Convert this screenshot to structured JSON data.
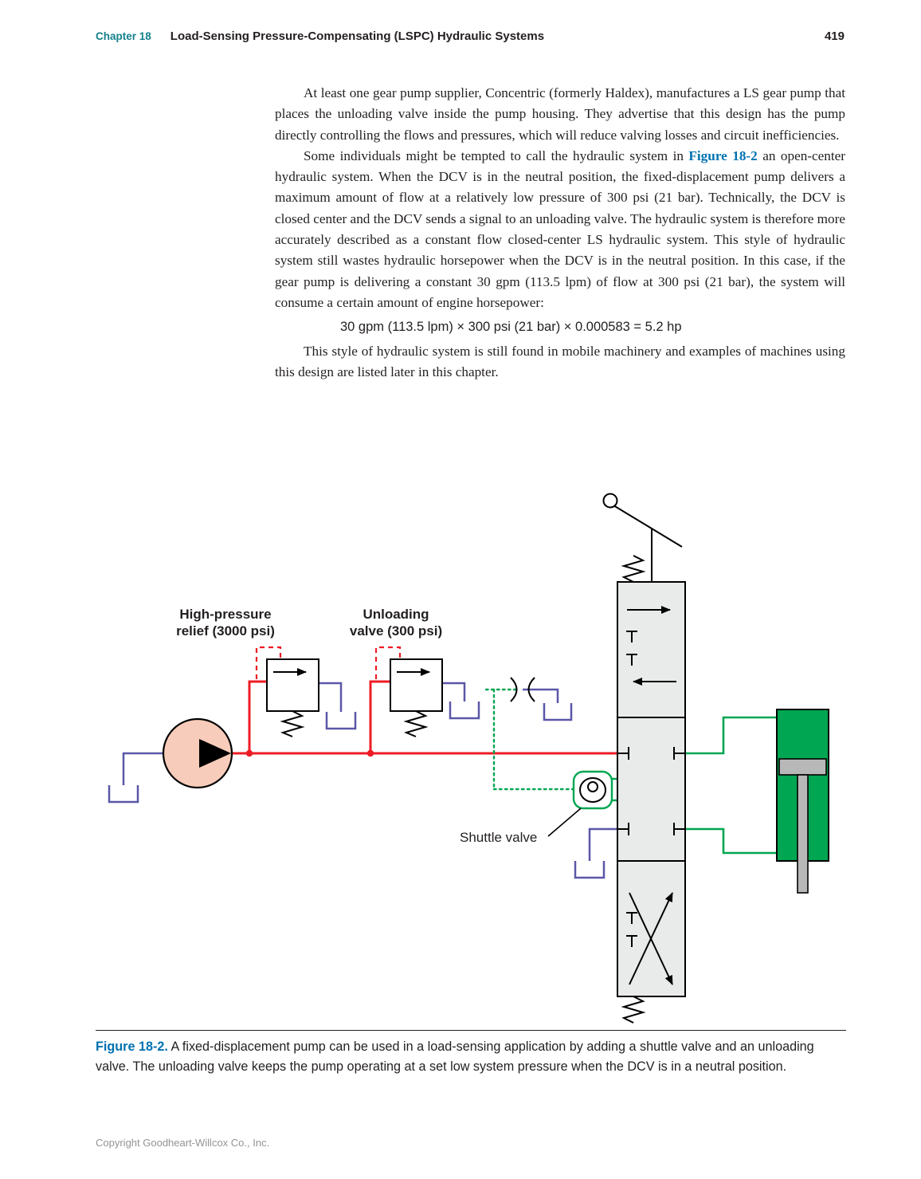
{
  "header": {
    "chapter": "Chapter 18",
    "title": "Load-Sensing Pressure-Compensating (LSPC) Hydraulic Systems",
    "page_number": "419"
  },
  "body": {
    "para1": "At least one gear pump supplier, Concentric (formerly Haldex), manufactures a LS gear pump that places the unloading valve inside the pump housing. They advertise that this design has the pump directly controlling the flows and pressures, which will reduce valving losses and circuit inefficiencies.",
    "para2": {
      "pre": "Some individuals might be tempted to call the hydraulic system in ",
      "link": "Figure 18-2",
      "post": " an open-center hydraulic system. When the DCV is in the neutral position, the fixed-displacement pump delivers a maximum amount of flow at a relatively low pressure of 300 psi (21 bar). Technically, the DCV is closed center and the DCV sends a signal to an unloading valve. The hydraulic system is therefore more accurately described as a constant flow closed-center LS hydraulic system. This style of hydraulic system still wastes hydraulic horsepower when the DCV is in the neutral position. In this case, if the gear pump is delivering a constant 30 gpm (113.5 lpm) of flow at 300 psi (21 bar), the system will consume a certain amount of engine horsepower:"
    },
    "equation": "30 gpm (113.5 lpm) × 300 psi (21 bar) × 0.000583 = 5.2 hp",
    "para3": "This style of hydraulic system is still found in mobile machinery and examples of machines using this design are listed later in this chapter."
  },
  "figure": {
    "labels": {
      "relief_line1": "High-pressure",
      "relief_line2": "relief (3000 psi)",
      "unloading_line1": "Unloading",
      "unloading_line2": "valve (300 psi)",
      "shuttle": "Shuttle valve"
    },
    "colors": {
      "pressure_line": "#ed1c24",
      "tank_line": "#5a57a7",
      "load_sense_line": "#00a651",
      "pump_fill": "#f8ccba",
      "cylinder_fill": "#00a651",
      "valve_body_fill": "#e9eaea",
      "piston_gray": "#b8b8b8"
    }
  },
  "caption": {
    "label": "Figure 18-2.",
    "text": " A fixed-displacement pump can be used in a load-sensing application by adding a shuttle valve and an unloading valve. The unloading valve keeps the pump operating at a set low system pressure when the DCV is in a neutral position."
  },
  "footer": {
    "copyright": "Copyright Goodheart-Willcox Co., Inc."
  }
}
